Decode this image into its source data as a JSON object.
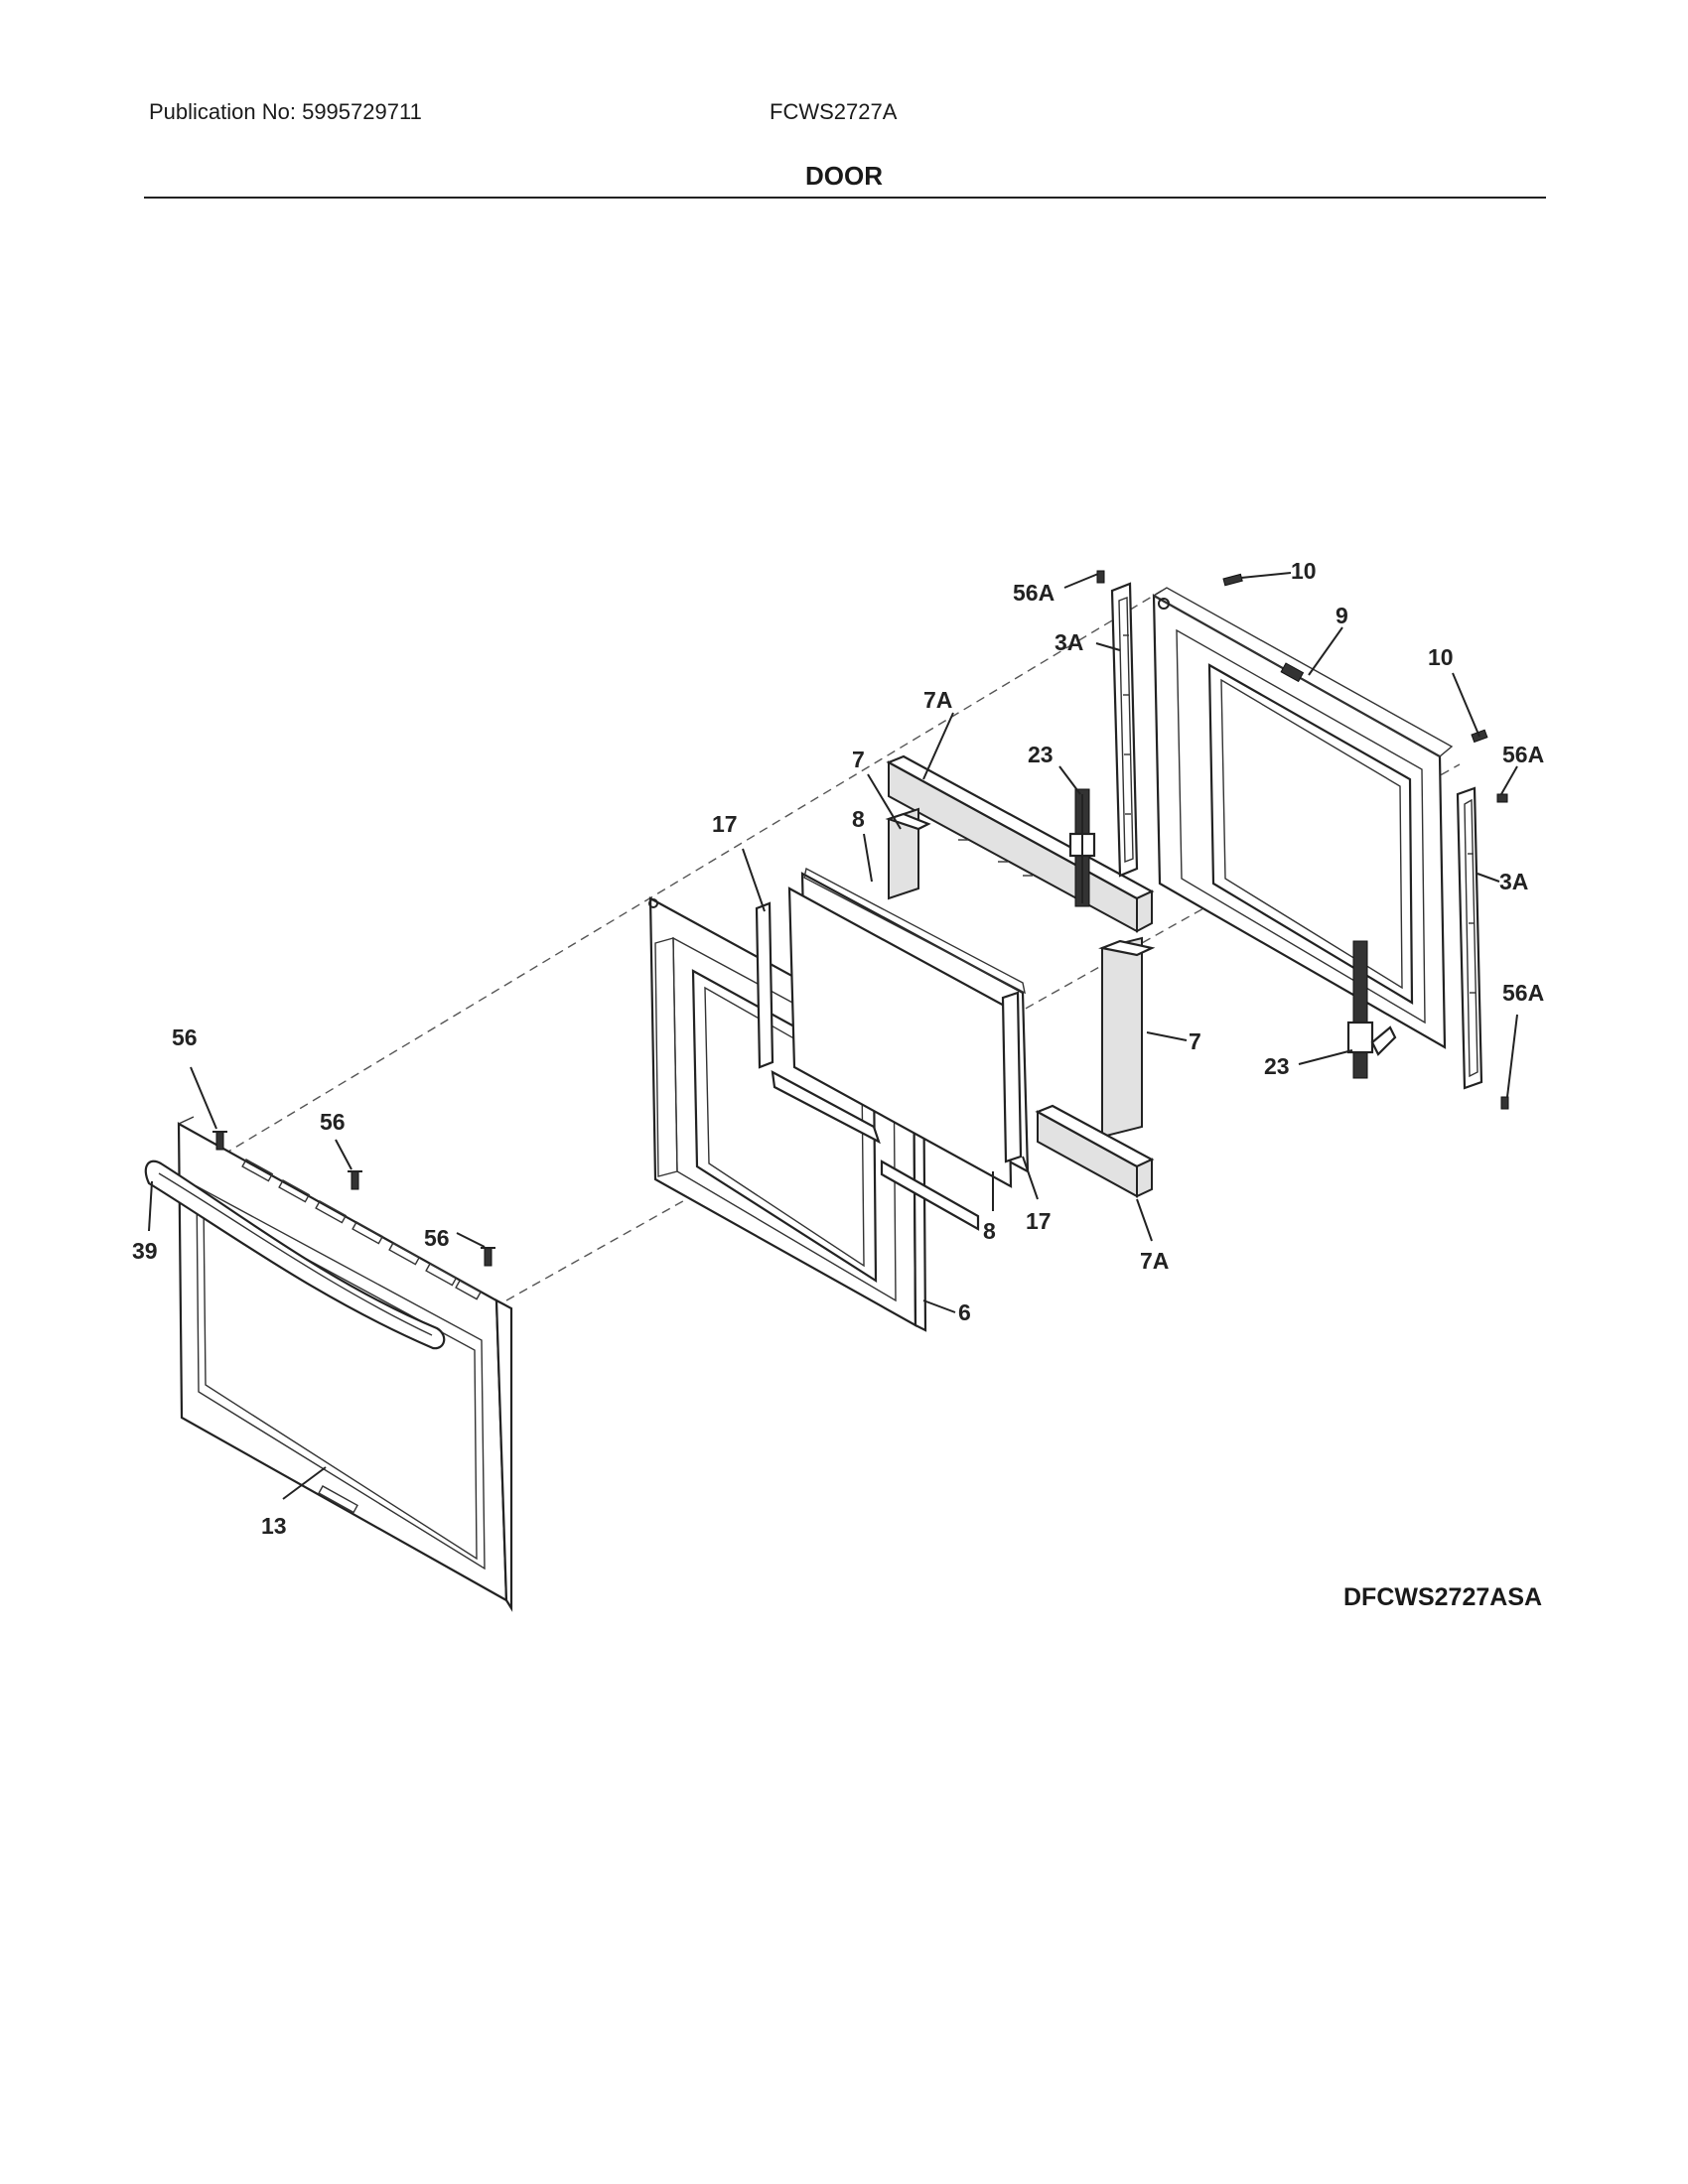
{
  "header": {
    "publication": "Publication No: 5995729711",
    "model": "FCWS2727A",
    "section_title": "DOOR"
  },
  "diagram_code": "DFCWS2727ASA",
  "callouts": {
    "c56a_top": "56A",
    "c10_top": "10",
    "c9": "9",
    "c3a_left": "3A",
    "c10_right": "10",
    "c56a_right_top": "56A",
    "c7a_top": "7A",
    "c23_top": "23",
    "c7_top": "7",
    "c8_top": "8",
    "c17_top": "17",
    "c3a_right": "3A",
    "c56a_right_bottom": "56A",
    "c7_right": "7",
    "c23_bottom": "23",
    "c56_left": "56",
    "c56_mid": "56",
    "c56_right": "56",
    "c39": "39",
    "c6": "6",
    "c8_bottom": "8",
    "c17_bottom": "17",
    "c7a_bottom": "7A",
    "c13": "13"
  }
}
